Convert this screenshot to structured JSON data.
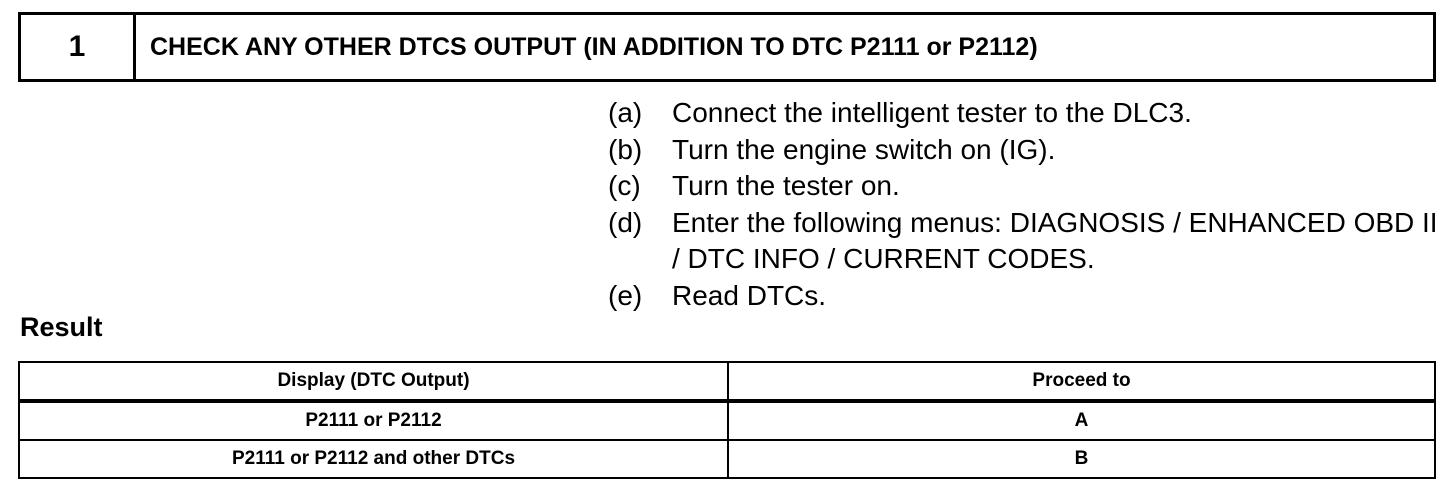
{
  "step": {
    "number": "1",
    "title": "CHECK ANY OTHER DTCS OUTPUT (IN ADDITION TO DTC P2111 or P2112)"
  },
  "procedure": [
    {
      "letter": "(a)",
      "text": "Connect the intelligent tester to the DLC3."
    },
    {
      "letter": "(b)",
      "text": "Turn the engine switch on (IG)."
    },
    {
      "letter": "(c)",
      "text": "Turn the tester on."
    },
    {
      "letter": "(d)",
      "text": "Enter the following menus: DIAGNOSIS / ENHANCED OBD II / DTC INFO / CURRENT CODES."
    },
    {
      "letter": "(e)",
      "text": "Read DTCs."
    }
  ],
  "result": {
    "label": "Result",
    "headers": [
      "Display (DTC Output)",
      "Proceed to"
    ],
    "rows": [
      [
        "P2111 or P2112",
        "A"
      ],
      [
        "P2111 or P2112 and other DTCs",
        "B"
      ]
    ]
  }
}
